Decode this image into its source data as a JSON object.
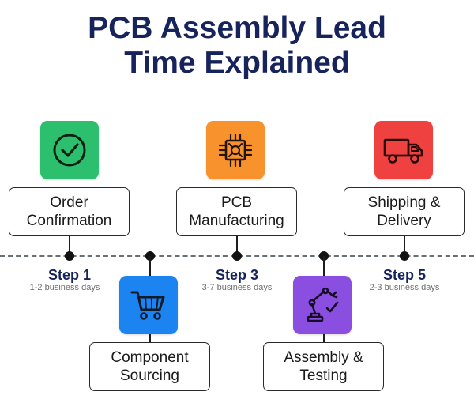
{
  "title": {
    "line1": "PCB Assembly Lead",
    "line2": "Time Explained"
  },
  "colors": {
    "title": "#17235b",
    "order": "#2bbf6e",
    "sourcing": "#1b84f0",
    "manufacturing": "#f7922c",
    "assembly": "#8a4fe0",
    "shipping": "#ef4240"
  },
  "stages": [
    {
      "label_line1": "Order",
      "label_line2": "Confirmation",
      "icon": "checkmark-circle-icon",
      "step": "Step 1",
      "days": "1-2 business days"
    },
    {
      "label_line1": "Component",
      "label_line2": "Sourcing",
      "icon": "shopping-cart-icon"
    },
    {
      "label_line1": "PCB",
      "label_line2": "Manufacturing",
      "icon": "chip-icon",
      "step": "Step 3",
      "days": "3-7 business days"
    },
    {
      "label_line1": "Assembly &",
      "label_line2": "Testing",
      "icon": "robot-arm-icon"
    },
    {
      "label_line1": "Shipping &",
      "label_line2": "Delivery",
      "icon": "delivery-truck-icon",
      "step": "Step 5",
      "days": "2-3 business days"
    }
  ]
}
